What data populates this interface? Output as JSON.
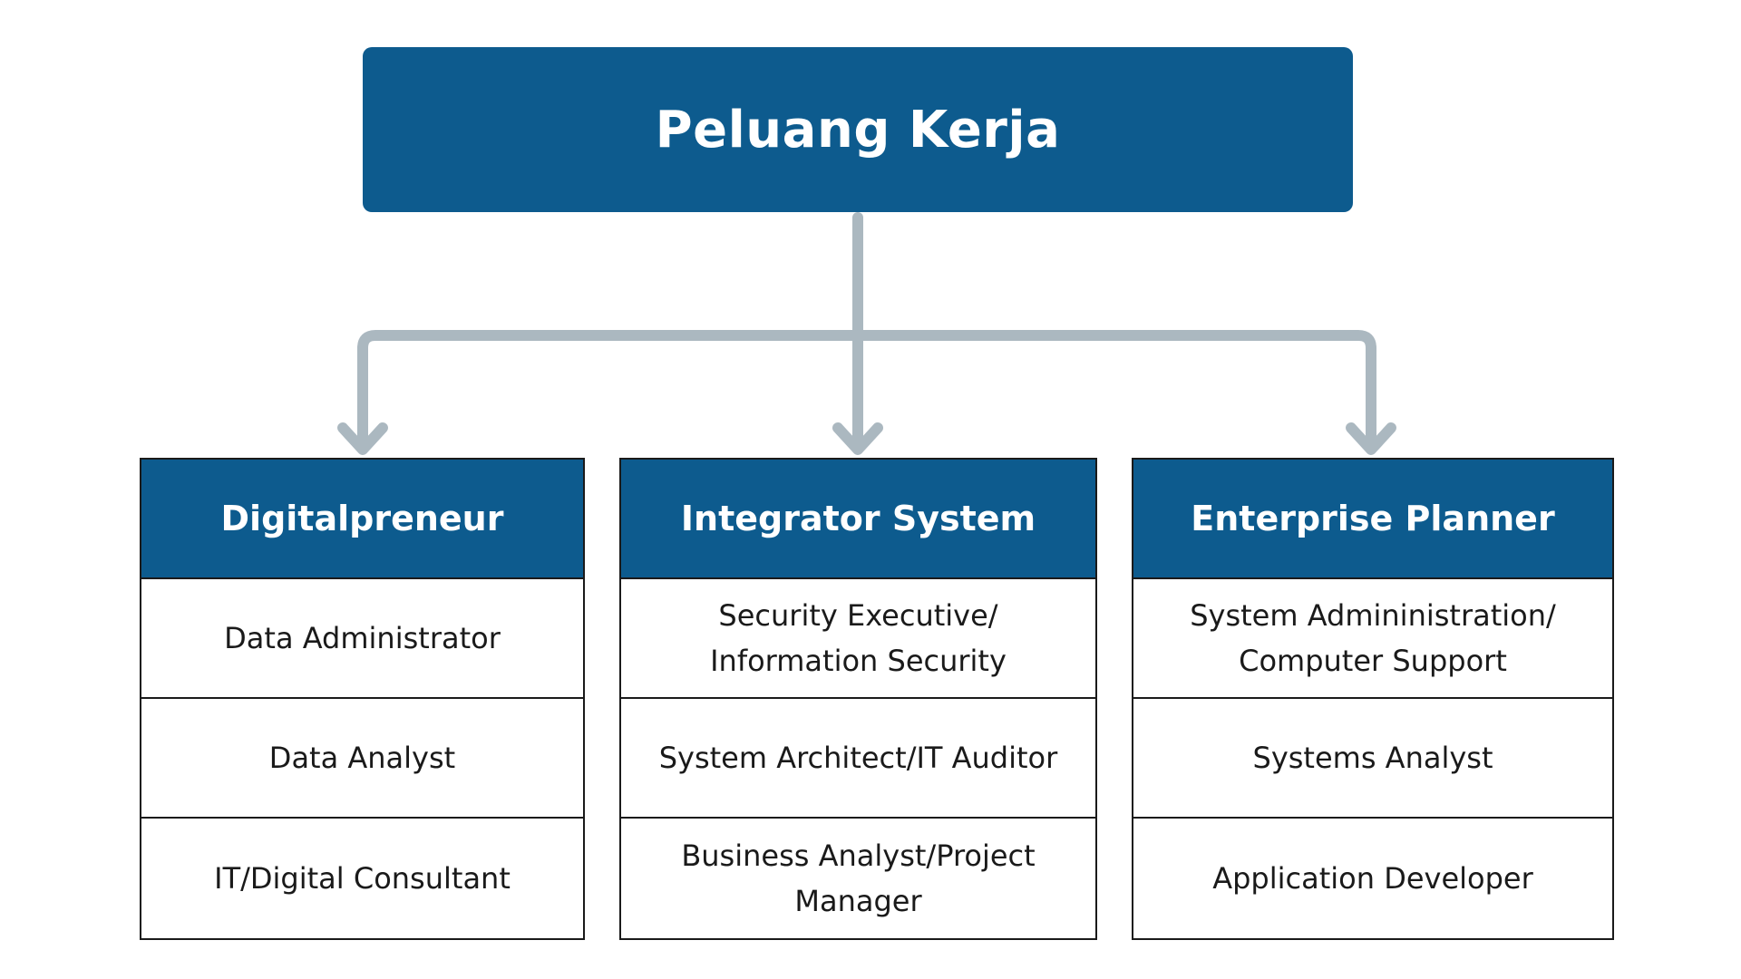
{
  "root": {
    "title": "Peluang Kerja"
  },
  "colors": {
    "header_fill": "#0d5b8e",
    "connector": "#abb8c0",
    "border": "#1a1a1a"
  },
  "columns": [
    {
      "title": "Digitalpreneur",
      "items": [
        {
          "lines": [
            "Data Administrator"
          ]
        },
        {
          "lines": [
            "Data Analyst"
          ]
        },
        {
          "lines": [
            "IT/Digital Consultant"
          ]
        }
      ]
    },
    {
      "title": "Integrator System",
      "items": [
        {
          "lines": [
            "Security Executive/",
            "Information Security"
          ]
        },
        {
          "lines": [
            "System Architect/IT Auditor"
          ]
        },
        {
          "lines": [
            "Business Analyst/Project",
            "Manager"
          ]
        }
      ]
    },
    {
      "title": "Enterprise Planner",
      "items": [
        {
          "lines": [
            "System Admininistration/",
            "Computer Support"
          ]
        },
        {
          "lines": [
            "Systems Analyst"
          ]
        },
        {
          "lines": [
            "Application Developer"
          ]
        }
      ]
    }
  ]
}
